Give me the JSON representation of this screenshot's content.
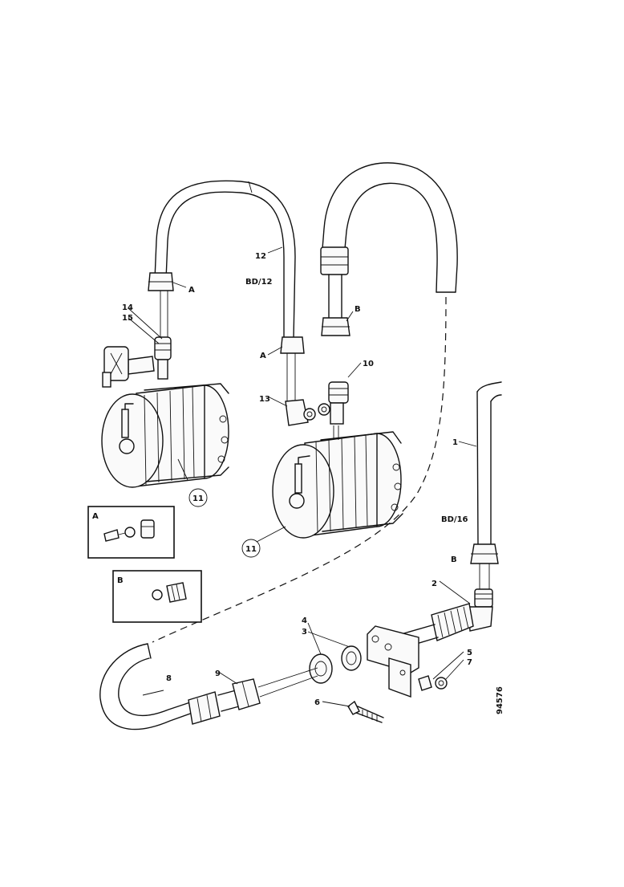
{
  "labels": {
    "callout_a_upper": "A",
    "callout_a_middle": "A",
    "callout_b_upper": "B",
    "callout_b_lower": "B",
    "hose_12": "12",
    "size_12": "BD/12",
    "size_16": "BD/16",
    "part_1": "1",
    "part_2": "2",
    "part_3": "3",
    "part_4": "4",
    "part_5": "5",
    "part_6": "6",
    "part_7": "7",
    "part_8": "8",
    "part_9": "9",
    "part_10": "10",
    "part_11_left": "11",
    "part_11_right": "11",
    "part_13": "13",
    "part_14": "14",
    "part_15": "15",
    "inset_a": "A",
    "inset_b": "B",
    "drawing_number": "94576"
  }
}
